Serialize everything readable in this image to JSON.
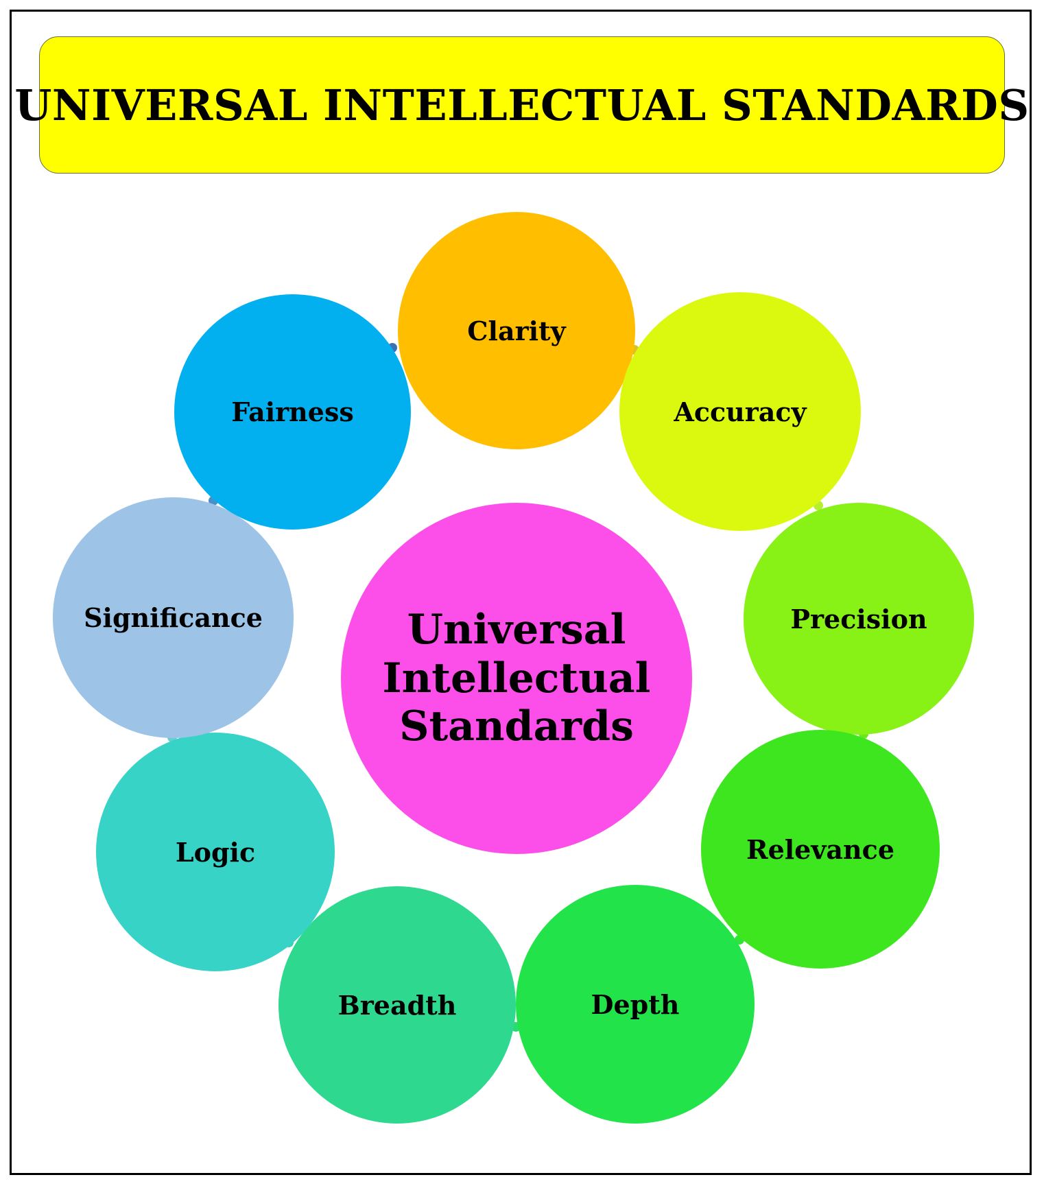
{
  "title": "UNIVERSAL INTELLECTUAL STANDARDS",
  "center": {
    "lines": [
      "Universal",
      "Intellectual",
      "Standards"
    ],
    "color": "#fc4fea"
  },
  "standards": [
    {
      "label": "Clarity",
      "color": "#ffbf00"
    },
    {
      "label": "Accuracy",
      "color": "#dbf90f"
    },
    {
      "label": "Precision",
      "color": "#88f115"
    },
    {
      "label": "Relevance",
      "color": "#3ee61f"
    },
    {
      "label": "Depth",
      "color": "#22e34a"
    },
    {
      "label": "Breadth",
      "color": "#2ed98f"
    },
    {
      "label": "Logic",
      "color": "#36d3c6"
    },
    {
      "label": "Significance",
      "color": "#9dc3e6"
    },
    {
      "label": "Fairness",
      "color": "#02b0f0"
    }
  ],
  "colors": {
    "title_background": "#ffff00",
    "border": "#000000"
  }
}
